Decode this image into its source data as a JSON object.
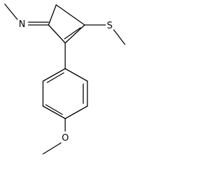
{
  "molecule": {
    "atoms": {
      "imine_n": "N",
      "thioether_s": "S",
      "ether_o": "O"
    }
  }
}
